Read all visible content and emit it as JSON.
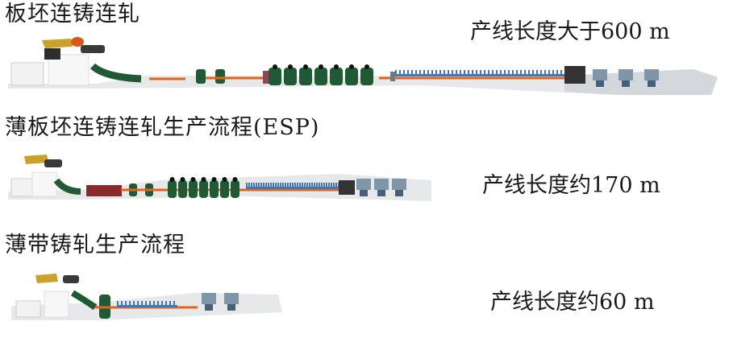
{
  "processes": [
    {
      "title": "板坯连铸连轧",
      "length_label": "产线长度大于600 m",
      "stages": [
        "caster",
        "strand",
        "slab-cut",
        "roughing-mill-x2",
        "tunnel-furnace",
        "finishing-mill-x7",
        "cooling-table",
        "coilers-x3"
      ],
      "finishing_stands": 7,
      "coilers": 3
    },
    {
      "title": "薄板坯连铸连轧生产流程(ESP)",
      "length_label": "产线长度约170 m",
      "stages": [
        "caster",
        "strand",
        "induction-heater",
        "roughing-mill-x2",
        "finishing-mill-x7",
        "cooling-table",
        "coilers-x3"
      ],
      "finishing_stands": 7,
      "coilers": 3
    },
    {
      "title": "薄带铸轧生产流程",
      "length_label": "产线长度约60 m",
      "stages": [
        "twin-roll-caster",
        "strand",
        "single-stand-mill",
        "cooling-table",
        "coilers-x2"
      ],
      "finishing_stands": 1,
      "coilers": 2
    }
  ],
  "colors": {
    "mill_green": "#1f5a34",
    "strip_orange": "#e0651e",
    "cooling_blue": "#3f77b8",
    "base_gray": "#e6e8ea",
    "furnace_red": "#8a2a2a",
    "coiler_steel": "#7f96a8",
    "caster_yellow": "#c9a227"
  }
}
